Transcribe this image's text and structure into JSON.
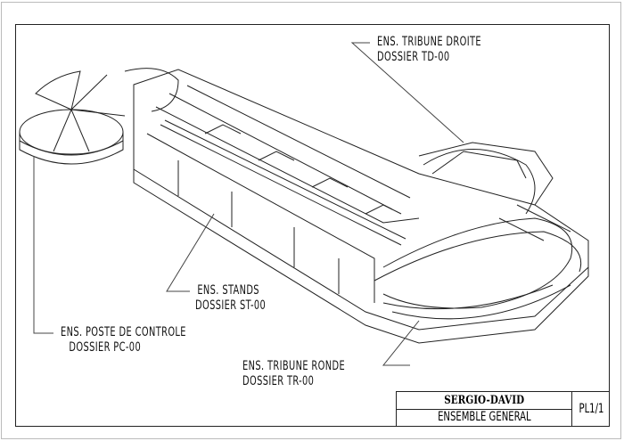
{
  "labels": {
    "tribune_droite": [
      "ENS. TRIBUNE DROITE",
      "DOSSIER TD-00"
    ],
    "stands": [
      "ENS. STANDS",
      "DOSSIER ST-00"
    ],
    "poste_controle": [
      "ENS. POSTE DE CONTROLE",
      "DOSSIER PC-00"
    ],
    "tribune_ronde": [
      "ENS. TRIBUNE RONDE",
      "DOSSIER TR-00"
    ]
  },
  "title_block": {
    "author": "SERGIO-DAVID",
    "title": "ENSEMBLE GENERAL",
    "sheet": "PL1/1"
  }
}
